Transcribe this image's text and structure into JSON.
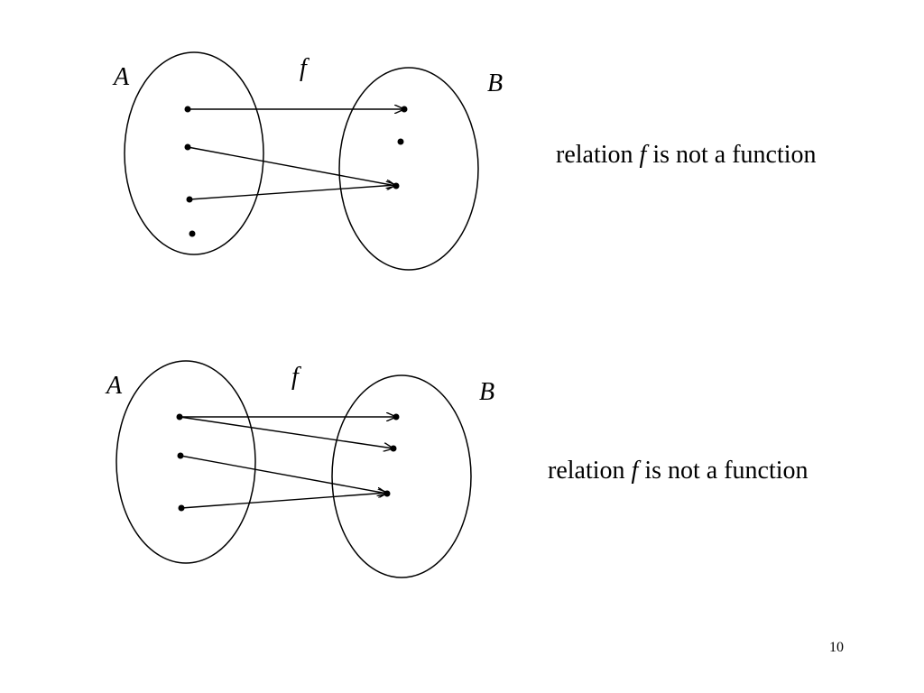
{
  "diagrams": [
    {
      "set_a_label": "A",
      "set_b_label": "B",
      "relation_label": "f",
      "caption": {
        "prefix": "relation ",
        "function_name": "f",
        "suffix": " is not a function"
      }
    },
    {
      "set_a_label": "A",
      "set_b_label": "B",
      "relation_label": "f",
      "caption": {
        "prefix": "relation ",
        "function_name": "f",
        "suffix": " is not a function"
      }
    }
  ],
  "page_number": "10"
}
